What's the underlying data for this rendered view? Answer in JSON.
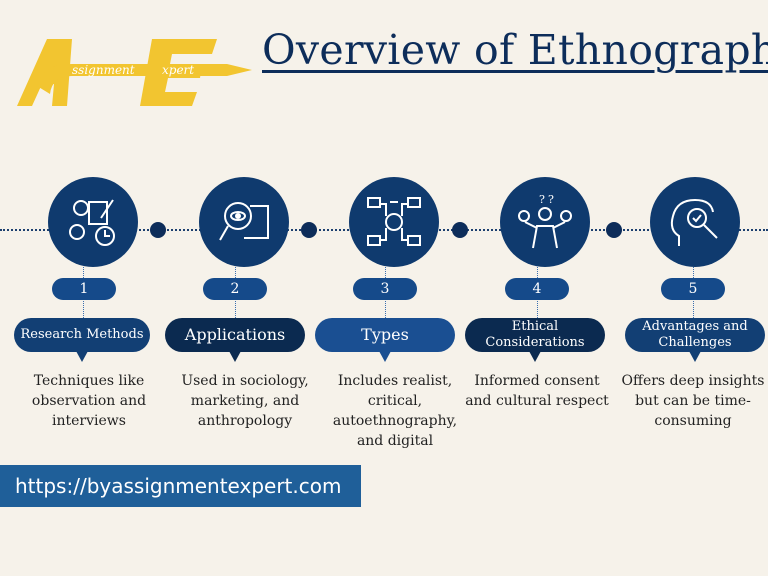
{
  "logo": {
    "text": "Assignment Expert",
    "letters": "AE",
    "word1": "ssignment",
    "word2": "xpert"
  },
  "header": {
    "title": "Overview of Ethnography"
  },
  "steps": [
    {
      "number": "1",
      "label": "Research Methods",
      "description": "Techniques like observation and interviews",
      "icon": "research-tools-icon"
    },
    {
      "number": "2",
      "label": "Applications",
      "description": "Used in sociology, marketing, and anthropology",
      "icon": "magnifier-book-icon"
    },
    {
      "number": "3",
      "label": "Types",
      "description": "Includes realist, critical, autoethnography, and digital",
      "icon": "network-icon"
    },
    {
      "number": "4",
      "label": "Ethical Considerations",
      "description": "Informed consent and cultural respect",
      "icon": "person-decision-icon"
    },
    {
      "number": "5",
      "label": "Advantages and Challenges",
      "description": "Offers deep insights but can be time-consuming",
      "icon": "head-magnifier-icon"
    }
  ],
  "footer": {
    "url": "https://byassignmentexpert.com"
  },
  "colors": {
    "background": "#f6f2ea",
    "navy": "#0f3a6e",
    "dark_navy": "#0b2a50",
    "blue": "#1a4f92",
    "logo_yellow": "#f2c530"
  }
}
